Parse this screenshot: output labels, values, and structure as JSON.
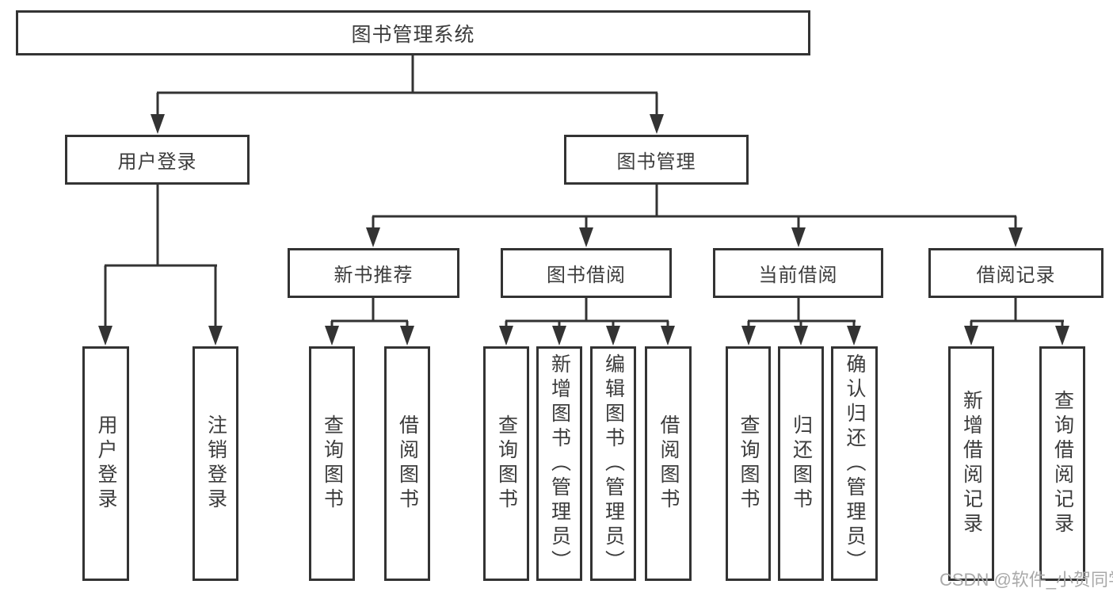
{
  "colors": {
    "line": "#333333",
    "text": "#3c3c3c",
    "watermark": "#a9a9a9",
    "background": "#ffffff"
  },
  "tree": {
    "root": "图书管理系统",
    "branches": [
      {
        "label": "用户登录",
        "children": [
          "用户登录",
          "注销登录"
        ]
      },
      {
        "label": "图书管理",
        "groups": [
          {
            "label": "新书推荐",
            "children": [
              "查询图书",
              "借阅图书"
            ]
          },
          {
            "label": "图书借阅",
            "children": [
              "查询图书",
              "新增图书（管理员）",
              "编辑图书（管理员）",
              "借阅图书"
            ]
          },
          {
            "label": "当前借阅",
            "children": [
              "查询图书",
              "归还图书",
              "确认归还（管理员）"
            ]
          },
          {
            "label": "借阅记录",
            "children": [
              "新增借阅记录",
              "查询借阅记录"
            ]
          }
        ]
      }
    ]
  },
  "watermark": "CSDN @软件_小贺同学"
}
